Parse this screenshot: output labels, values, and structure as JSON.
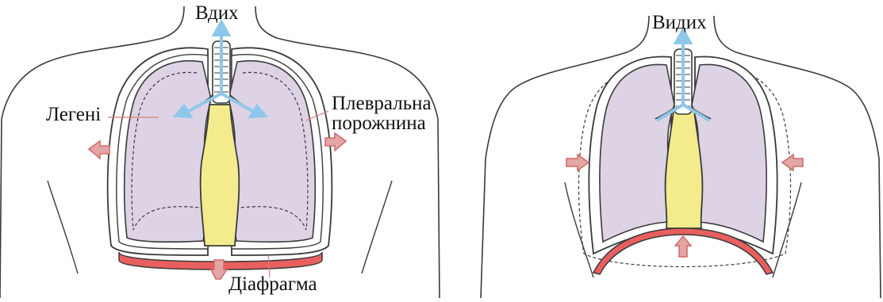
{
  "inhale": {
    "title": "Вдих",
    "lungs_label": "Легені",
    "pleural_label_line1": "Плевральна",
    "pleural_label_line2": "порожнина",
    "diaphragm_label": "Діафрагма"
  },
  "exhale": {
    "title": "Видих"
  },
  "colors": {
    "lung_fill": "#ddd3e5",
    "heart_fill": "#f4ec8c",
    "diaphragm_fill": "#e8605e",
    "airflow_arrow": "#8fc7ea",
    "movement_arrow": "#cf6a68",
    "outline": "#3a3a3a"
  }
}
